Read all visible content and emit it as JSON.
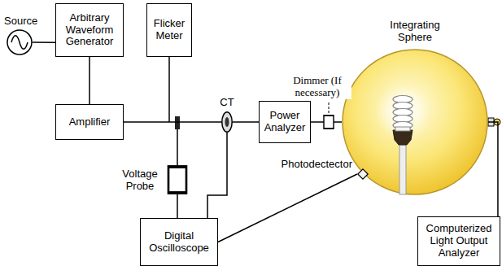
{
  "diagram": {
    "nodes": [
      {
        "text": [
          "Source"
        ]
      },
      {
        "text": [
          "Arbitrary Waveform Generator"
        ]
      },
      {
        "text": [
          "Flicker Meter"
        ]
      },
      {
        "text": [
          "Amplifier"
        ]
      },
      {
        "text": [
          "Voltage Probe"
        ]
      },
      {
        "text": [
          "CT"
        ]
      },
      {
        "text": [
          "Power Analyzer"
        ]
      },
      {
        "text": [
          "Dimmer (If necessary)"
        ]
      },
      {
        "text": [
          "Integrating Sphere"
        ]
      },
      {
        "text": [
          "Photodectector"
        ]
      },
      {
        "text": [
          "Digital Oscilloscope"
        ]
      },
      {
        "text": [
          "Computerized Light Output Analyzer"
        ]
      }
    ],
    "edges": [
      {
        "from": 0,
        "to": 1,
        "arrow": "none"
      },
      {
        "from": 1,
        "to": 3,
        "arrow": "none"
      },
      {
        "from": 3,
        "to": 5,
        "arrow": "none"
      },
      {
        "from": 5,
        "to": 6,
        "arrow": "none"
      },
      {
        "from": 6,
        "to": 7,
        "arrow": "none"
      },
      {
        "from": 7,
        "to": 8,
        "arrow": "none"
      },
      {
        "from": 5,
        "to": 10,
        "arrow": "none"
      },
      {
        "from": 4,
        "to": 10,
        "arrow": "none"
      },
      {
        "from": 10,
        "to": 9,
        "arrow": "none"
      },
      {
        "from": 8,
        "to": 11,
        "arrow": "none"
      }
    ]
  }
}
